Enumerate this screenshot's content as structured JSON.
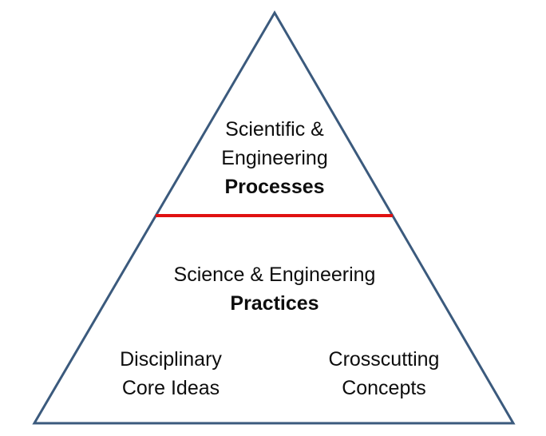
{
  "diagram": {
    "background_color": "#ffffff",
    "triangle": {
      "stroke_color": "#3b5a7d",
      "stroke_width": 3
    },
    "divider": {
      "color": "#e01111",
      "stroke_width": 4
    },
    "sections": {
      "top": {
        "line1": "Scientific &",
        "line2": "Engineering",
        "line3_bold": "Processes"
      },
      "middle": {
        "line1": "Science & Engineering",
        "line2_bold": "Practices"
      },
      "bottom_left": {
        "line1": "Disciplinary",
        "line2": "Core Ideas"
      },
      "bottom_right": {
        "line1": "Crosscutting",
        "line2": "Concepts"
      }
    }
  }
}
